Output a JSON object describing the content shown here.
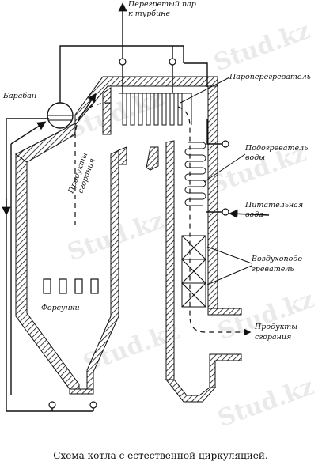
{
  "labels": {
    "steam_out": "Перегретый пар",
    "steam_out_2": "к турбине",
    "superheater": "Пароперегреватель",
    "drum": "Барабан",
    "flue_gas_vertical": "Продукты",
    "flue_gas_vertical_2": "сгорания",
    "water_heater": "Подогреватель",
    "water_heater_2": "воды",
    "feed_water": "Питательная",
    "feed_water_2": "вода",
    "air_heater": "Воздухоподо-",
    "air_heater_2": "греватель",
    "burners": "Форсунки",
    "flue_gas_out": "Продукты",
    "flue_gas_out_2": "сгорания"
  },
  "caption": "Схема котла с естественной циркуляцией.",
  "watermark": "Stud.kz"
}
